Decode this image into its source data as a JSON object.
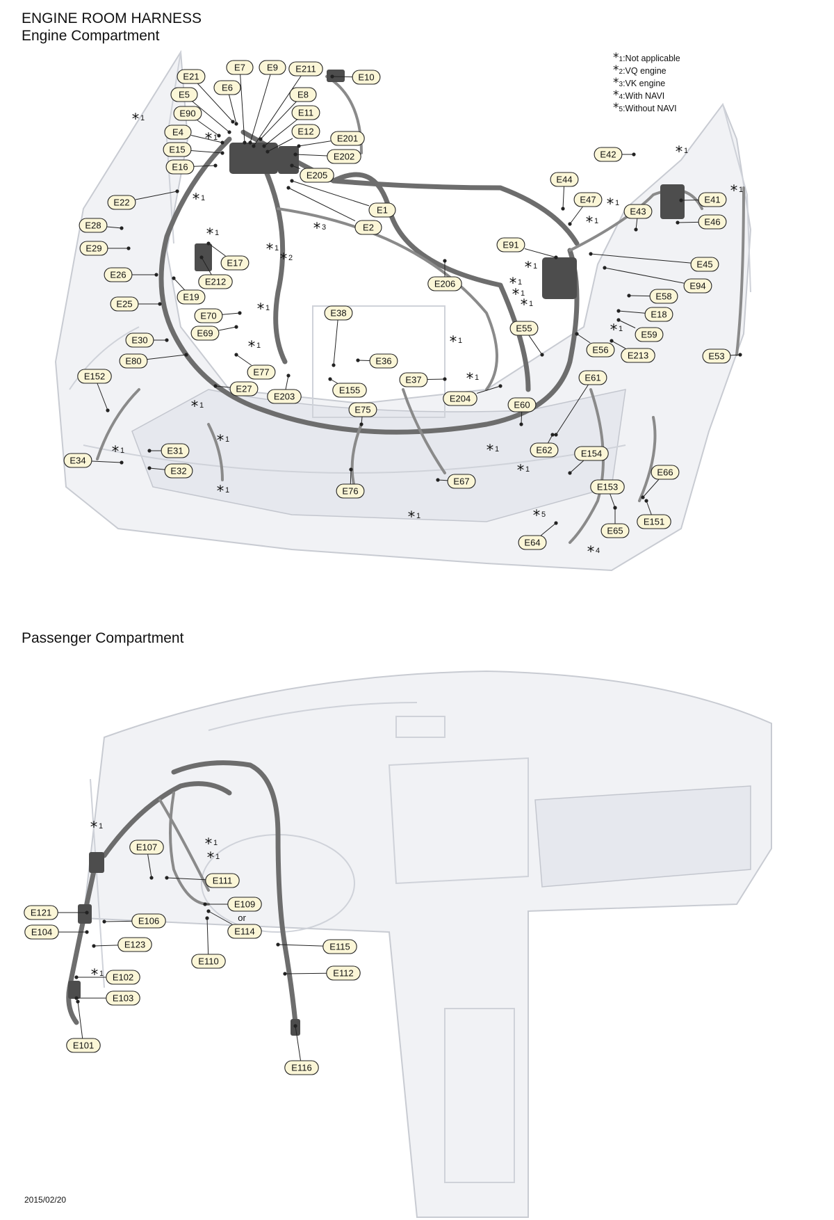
{
  "title": "ENGINE ROOM HARNESS",
  "sections": {
    "engine": "Engine Compartment",
    "passenger": "Passenger Compartment"
  },
  "legend": [
    {
      "num": "1",
      "text": ":Not applicable"
    },
    {
      "num": "2",
      "text": ":VQ engine"
    },
    {
      "num": "3",
      "text": ":VK engine"
    },
    {
      "num": "4",
      "text": ":With NAVI"
    },
    {
      "num": "5",
      "text": ":Without NAVI"
    }
  ],
  "date": "2015/02/20",
  "or_text": "or",
  "engine_connectors": [
    {
      "label": "E7"
    },
    {
      "label": "E9"
    },
    {
      "label": "E211"
    },
    {
      "label": "E10"
    },
    {
      "label": "E21"
    },
    {
      "label": "E6"
    },
    {
      "label": "E5"
    },
    {
      "label": "E8"
    },
    {
      "label": "E90"
    },
    {
      "label": "E11"
    },
    {
      "label": "E4"
    },
    {
      "label": "E12"
    },
    {
      "label": "E201"
    },
    {
      "label": "E15"
    },
    {
      "label": "E202"
    },
    {
      "label": "E16"
    },
    {
      "label": "E205"
    },
    {
      "label": "E22"
    },
    {
      "label": "E1"
    },
    {
      "label": "E2"
    },
    {
      "label": "E28"
    },
    {
      "label": "E29"
    },
    {
      "label": "E17"
    },
    {
      "label": "E26"
    },
    {
      "label": "E212"
    },
    {
      "label": "E19"
    },
    {
      "label": "E25"
    },
    {
      "label": "E70"
    },
    {
      "label": "E69"
    },
    {
      "label": "E38"
    },
    {
      "label": "E30"
    },
    {
      "label": "E80"
    },
    {
      "label": "E77"
    },
    {
      "label": "E36"
    },
    {
      "label": "E152"
    },
    {
      "label": "E27"
    },
    {
      "label": "E203"
    },
    {
      "label": "E155"
    },
    {
      "label": "E37"
    },
    {
      "label": "E204"
    },
    {
      "label": "E75"
    },
    {
      "label": "E206"
    },
    {
      "label": "E31"
    },
    {
      "label": "E34"
    },
    {
      "label": "E32"
    },
    {
      "label": "E76"
    },
    {
      "label": "E67"
    },
    {
      "label": "E42"
    },
    {
      "label": "E44"
    },
    {
      "label": "E47"
    },
    {
      "label": "E41"
    },
    {
      "label": "E43"
    },
    {
      "label": "E46"
    },
    {
      "label": "E91"
    },
    {
      "label": "E45"
    },
    {
      "label": "E94"
    },
    {
      "label": "E58"
    },
    {
      "label": "E18"
    },
    {
      "label": "E55"
    },
    {
      "label": "E59"
    },
    {
      "label": "E56"
    },
    {
      "label": "E213"
    },
    {
      "label": "E53"
    },
    {
      "label": "E61"
    },
    {
      "label": "E60"
    },
    {
      "label": "E62"
    },
    {
      "label": "E154"
    },
    {
      "label": "E66"
    },
    {
      "label": "E153"
    },
    {
      "label": "E151"
    },
    {
      "label": "E65"
    },
    {
      "label": "E64"
    }
  ],
  "passenger_connectors": [
    {
      "label": "E107"
    },
    {
      "label": "E111"
    },
    {
      "label": "E109"
    },
    {
      "label": "E114"
    },
    {
      "label": "E121"
    },
    {
      "label": "E106"
    },
    {
      "label": "E104"
    },
    {
      "label": "E123"
    },
    {
      "label": "E115"
    },
    {
      "label": "E110"
    },
    {
      "label": "E112"
    },
    {
      "label": "E102"
    },
    {
      "label": "E103"
    },
    {
      "label": "E101"
    },
    {
      "label": "E116"
    }
  ],
  "callout_marks": [
    {
      "num": "1"
    },
    {
      "num": "2"
    },
    {
      "num": "3"
    },
    {
      "num": "4"
    },
    {
      "num": "5"
    }
  ]
}
